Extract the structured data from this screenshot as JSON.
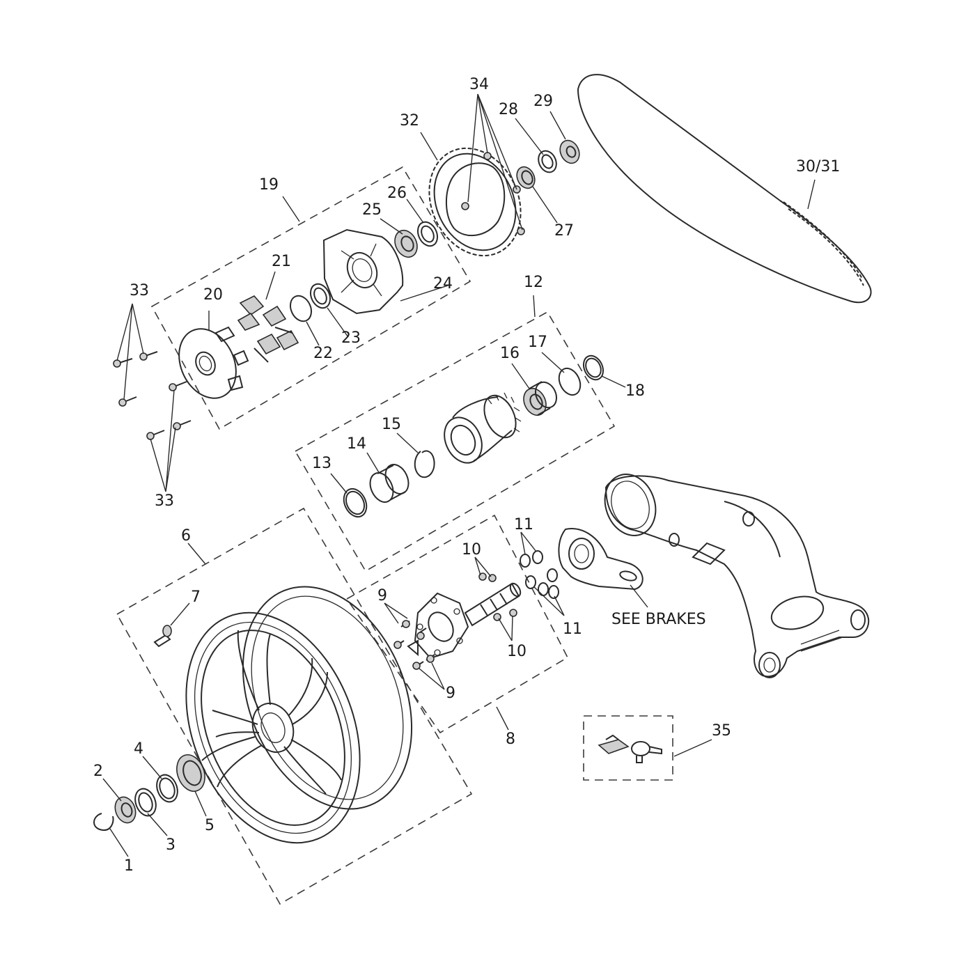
{
  "labels": [
    {
      "id": "l1",
      "text": "1"
    },
    {
      "id": "l2",
      "text": "2"
    },
    {
      "id": "l3",
      "text": "3"
    },
    {
      "id": "l4",
      "text": "4"
    },
    {
      "id": "l5",
      "text": "5"
    },
    {
      "id": "l6",
      "text": "6"
    },
    {
      "id": "l7",
      "text": "7"
    },
    {
      "id": "l8",
      "text": "8"
    },
    {
      "id": "l9a",
      "text": "9"
    },
    {
      "id": "l9b",
      "text": "9"
    },
    {
      "id": "l10a",
      "text": "10"
    },
    {
      "id": "l10b",
      "text": "10"
    },
    {
      "id": "l11a",
      "text": "11"
    },
    {
      "id": "l11b",
      "text": "11"
    },
    {
      "id": "l12",
      "text": "12"
    },
    {
      "id": "l13",
      "text": "13"
    },
    {
      "id": "l14",
      "text": "14"
    },
    {
      "id": "l15",
      "text": "15"
    },
    {
      "id": "l16",
      "text": "16"
    },
    {
      "id": "l17",
      "text": "17"
    },
    {
      "id": "l18",
      "text": "18"
    },
    {
      "id": "l19",
      "text": "19"
    },
    {
      "id": "l20",
      "text": "20"
    },
    {
      "id": "l21",
      "text": "21"
    },
    {
      "id": "l22",
      "text": "22"
    },
    {
      "id": "l23",
      "text": "23"
    },
    {
      "id": "l24",
      "text": "24"
    },
    {
      "id": "l25",
      "text": "25"
    },
    {
      "id": "l26",
      "text": "26"
    },
    {
      "id": "l27",
      "text": "27"
    },
    {
      "id": "l28",
      "text": "28"
    },
    {
      "id": "l29",
      "text": "29"
    },
    {
      "id": "l3031",
      "text": "30/31"
    },
    {
      "id": "l32",
      "text": "32"
    },
    {
      "id": "l33a",
      "text": "33"
    },
    {
      "id": "l33b",
      "text": "33"
    },
    {
      "id": "l34",
      "text": "34"
    },
    {
      "id": "l35",
      "text": "35"
    },
    {
      "id": "lbrakes",
      "text": "SEE BRAKES"
    }
  ]
}
